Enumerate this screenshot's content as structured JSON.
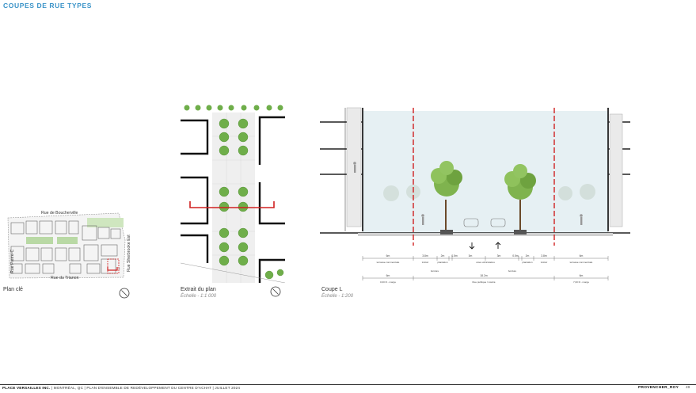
{
  "header": {
    "title": "COUPES DE RUE TYPES"
  },
  "panels": {
    "key_plan": {
      "label": "Plan clé",
      "streets": {
        "north": "Rue de Boucherville",
        "south": "Rue du Trianon",
        "west": "Rue Pierre-C",
        "east": "Rue Sherbrooke Est"
      },
      "marker": "L"
    },
    "plan_extract": {
      "label": "Extrait du plan",
      "scale": "Échelle - 1:1 000"
    },
    "section": {
      "label": "Coupe L",
      "scale": "Échelle - 1:200",
      "dims_top": [
        "6m",
        "3.8m",
        "2m",
        "0.5m",
        "3m",
        "3m",
        "0.5m",
        "2m",
        "3.8m",
        "6m"
      ],
      "labels_top": [
        "terrasse commerciale",
        "trottoir",
        "plantation",
        "voies véhiculaires",
        "plantation",
        "trottoir",
        "terrasse commerciale"
      ],
      "bordure": [
        "bordure",
        "bordure"
      ],
      "dims_bottom": [
        "6m",
        "18.2m",
        "6m"
      ],
      "labels_bottom": [
        "0,00 R - marge",
        "Rue publique / Lisubé",
        "7,00 R - marge"
      ]
    }
  },
  "colors": {
    "accent": "#3a93c8",
    "marker_red": "#d02020",
    "tree_green": "#6fae4a",
    "sky": "#e6f0f3"
  },
  "footer": {
    "client": "PLACE VERSAILLES INC.",
    "details": "| MONTRÉAL, QC | PLAN D'ENSEMBLE DE REDÉVELOPPEMENT DU CENTRE D'ACHAT | JUILLET 2024",
    "firm": "PROVENCHER_ROY",
    "page": "49"
  }
}
